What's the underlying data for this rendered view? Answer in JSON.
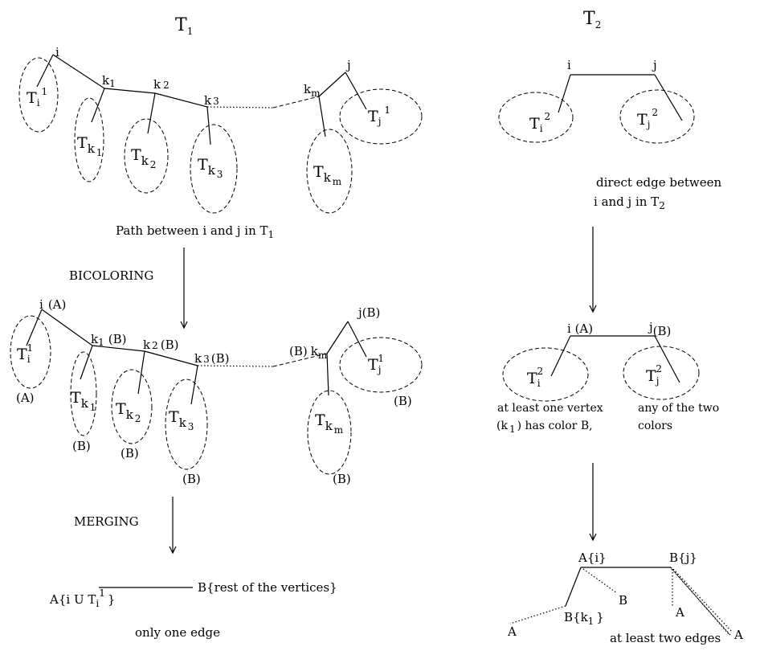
{
  "left": {
    "title": {
      "main": "T",
      "sub": "1"
    },
    "top": {
      "node_i": "i",
      "node_j": "j",
      "k1": {
        "main": "k",
        "sub": "1"
      },
      "k2": {
        "main": "k",
        "sub": "2"
      },
      "k3": {
        "main": "k",
        "sub": "3"
      },
      "km": {
        "main": "k",
        "sub": "m"
      },
      "Ti": {
        "main": "T",
        "sub": "i",
        "sup": "1"
      },
      "Tk1": {
        "main": "T",
        "sub": "k",
        "sub2": "1"
      },
      "Tk2": {
        "main": "T",
        "sub": "k",
        "sub2": "2"
      },
      "Tk3": {
        "main": "T",
        "sub": "k",
        "sub2": "3"
      },
      "Tkm": {
        "main": "T",
        "sub": "k",
        "sub2": "m"
      },
      "Tj": {
        "main": "T",
        "sub": "j",
        "sup": "1"
      },
      "caption": {
        "main": "Path between i and j in T",
        "sub": "1"
      }
    },
    "step1_label": "BICOLORING",
    "mid": {
      "node_i": "i",
      "color_i": "(A)",
      "node_j": "j",
      "color_j": "(B)",
      "k1": {
        "main": "k",
        "sub": "1",
        "color": "(B)"
      },
      "k2": {
        "main": "k",
        "sub": "2",
        "color": "(B)"
      },
      "k3": {
        "main": "k",
        "sub": "3",
        "color": "(B)"
      },
      "km": {
        "pre": "(B)",
        "main": "k",
        "sub": "m"
      },
      "Ti": {
        "main": "T",
        "sub": "i",
        "sup": "1"
      },
      "Tk1": {
        "main": "T",
        "sub": "k",
        "sub2": "1"
      },
      "Tk2": {
        "main": "T",
        "sub": "k",
        "sub2": "2"
      },
      "Tk3": {
        "main": "T",
        "sub": "k",
        "sub2": "3"
      },
      "Tkm": {
        "main": "T",
        "sub": "k",
        "sub2": "m"
      },
      "Tj": {
        "main": "T",
        "sub": "j",
        "sup": "1"
      },
      "color_A": "(A)",
      "color_B": "(B)"
    },
    "step2_label": "MERGING",
    "bottom": {
      "left_label": {
        "pre": "A{i U T",
        "sub": "i",
        "sup": "1",
        "post": "}"
      },
      "right_label": "B{rest of the vertices}",
      "caption": "only one edge"
    }
  },
  "right": {
    "title": {
      "main": "T",
      "sub": "2"
    },
    "top": {
      "node_i": "i",
      "node_j": "j",
      "Ti": {
        "main": "T",
        "sub": "i",
        "sup": "2"
      },
      "Tj": {
        "main": "T",
        "sub": "j",
        "sup": "2"
      },
      "caption_line1": "direct edge between",
      "caption_line2": {
        "main": "i and j in T",
        "sub": "2"
      }
    },
    "mid": {
      "node_i": "i (A)",
      "node_j": {
        "main": "j",
        "color": "(B)"
      },
      "Ti": {
        "main": "T",
        "sub": "i",
        "sup": "2"
      },
      "Tj": {
        "main": "T",
        "sub": "j",
        "sup": "2"
      },
      "note_left_line1": "at least one vertex",
      "note_left_line2": {
        "pre": "(k",
        "sub": "1",
        "post": ") has color B,"
      },
      "note_right_line1": "any of the two",
      "note_right_line2": "colors"
    },
    "bottom": {
      "Ai": "A{i}",
      "Bj": "B{j}",
      "Bk1": {
        "pre": "B{k",
        "sub": "1",
        "post": "}"
      },
      "leaf_A1": "A",
      "leaf_B": "B",
      "leaf_A2": "A",
      "leaf_A3": "A",
      "caption": "at least two edges"
    }
  }
}
